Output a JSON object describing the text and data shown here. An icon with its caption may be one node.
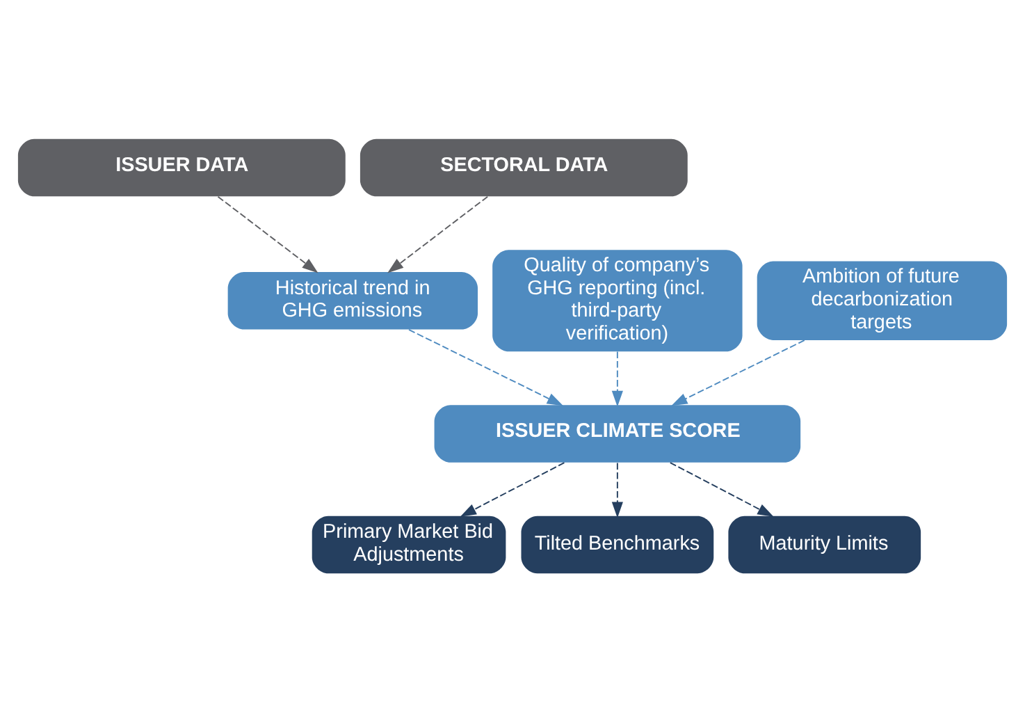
{
  "diagram": {
    "nodes": [
      {
        "text": [
          "ISSUER DATA"
        ]
      },
      {
        "text": [
          "SECTORAL DATA"
        ]
      },
      {
        "text": [
          "Quality of company’s GHG reporting (incl. third-party verification)"
        ]
      },
      {
        "text": [
          "Historical trend in GHG emissions"
        ]
      },
      {
        "text": [
          "Ambition of future decarbonization targets"
        ]
      },
      {
        "text": [
          "ISSUER CLIMATE SCORE"
        ]
      },
      {
        "text": [
          "Primary Market Bid Adjustments"
        ]
      },
      {
        "text": [
          "Tilted Benchmarks"
        ]
      },
      {
        "text": [
          "Maturity Limits"
        ]
      }
    ],
    "edges": [
      {
        "from": 0,
        "to": 3,
        "arrow": "to",
        "style": "dashed",
        "color": "#5f6064"
      },
      {
        "from": 1,
        "to": 3,
        "arrow": "to",
        "style": "dashed",
        "color": "#5f6064"
      },
      {
        "from": 2,
        "to": 5,
        "arrow": "to",
        "style": "dashed",
        "color": "#4f8bc0"
      },
      {
        "from": 3,
        "to": 5,
        "arrow": "to",
        "style": "dashed",
        "color": "#4f8bc0"
      },
      {
        "from": 4,
        "to": 5,
        "arrow": "to",
        "style": "dashed",
        "color": "#4f8bc0"
      },
      {
        "from": 5,
        "to": 6,
        "arrow": "to",
        "style": "dashed",
        "color": "#253f5f"
      },
      {
        "from": 5,
        "to": 7,
        "arrow": "to",
        "style": "dashed",
        "color": "#253f5f"
      },
      {
        "from": 5,
        "to": 8,
        "arrow": "to",
        "style": "dashed",
        "color": "#253f5f"
      }
    ]
  }
}
